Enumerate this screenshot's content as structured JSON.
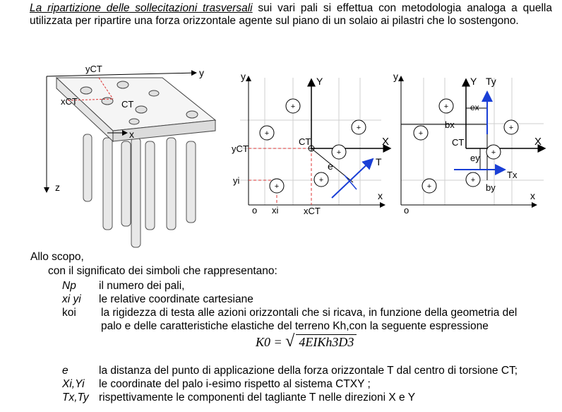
{
  "intro": {
    "lead": "La ripartizione delle  sollecitazioni  trasversali",
    "rest": " sui vari pali si effettua  con metodologia  analoga  a quella utilizzata per   ripartire  una forza orizzontale  agente sul piano di un  solaio  ai pilastri che lo sostengono."
  },
  "figures": {
    "fig1": {
      "ycT": "yCT",
      "y": "y",
      "xcT": "xCT",
      "cT": "CT",
      "x": "x",
      "z": "z"
    },
    "fig2": {
      "y": "y",
      "Y": "Y",
      "cT": "CT",
      "X": "X",
      "ycT": "yCT",
      "e": "e",
      "T": "T",
      "yi": "yi",
      "o": "o",
      "xi": "xi",
      "xcT": "xCT",
      "x": "x"
    },
    "fig3": {
      "y": "y",
      "Y": "Y",
      "Ty": "Ty",
      "ex": "ex",
      "bx": "bx",
      "cT": "CT",
      "X": "X",
      "ey": "ey",
      "Tx": "Tx",
      "by": "by",
      "o": "o",
      "x": "x"
    }
  },
  "scope": "Allo scopo,",
  "subtitle": "con il significato  dei simboli  che rappresentano:",
  "symbols": [
    {
      "sym": "Np",
      "desc": "il numero dei pali,"
    },
    {
      "sym": "xi yi",
      "desc": "le relative  coordinate cartesiane"
    },
    {
      "sym": "koi",
      "desc": "la rigidezza di testa alle azioni orizzontali che si ricava,  in funzione della geometria del"
    },
    {
      "sym": "",
      "desc": "palo e  delle caratteristiche  elastiche del terreno Kh,con la seguente espressione"
    },
    {
      "sym": "e",
      "desc": "la distanza del punto di applicazione     della  forza orizzontale T dal centro di torsione CT;"
    },
    {
      "sym": "Xi,Yi",
      "desc": "le coordinate del palo i-esimo rispetto al  sistema CTXY ;"
    },
    {
      "sym": "Tx,Ty",
      "desc": "rispettivamente le componenti del tagliante  T nelle direzioni  X e Y"
    }
  ],
  "formula": {
    "lhs": "K0 =",
    "rad": "4EIKh3D3"
  }
}
